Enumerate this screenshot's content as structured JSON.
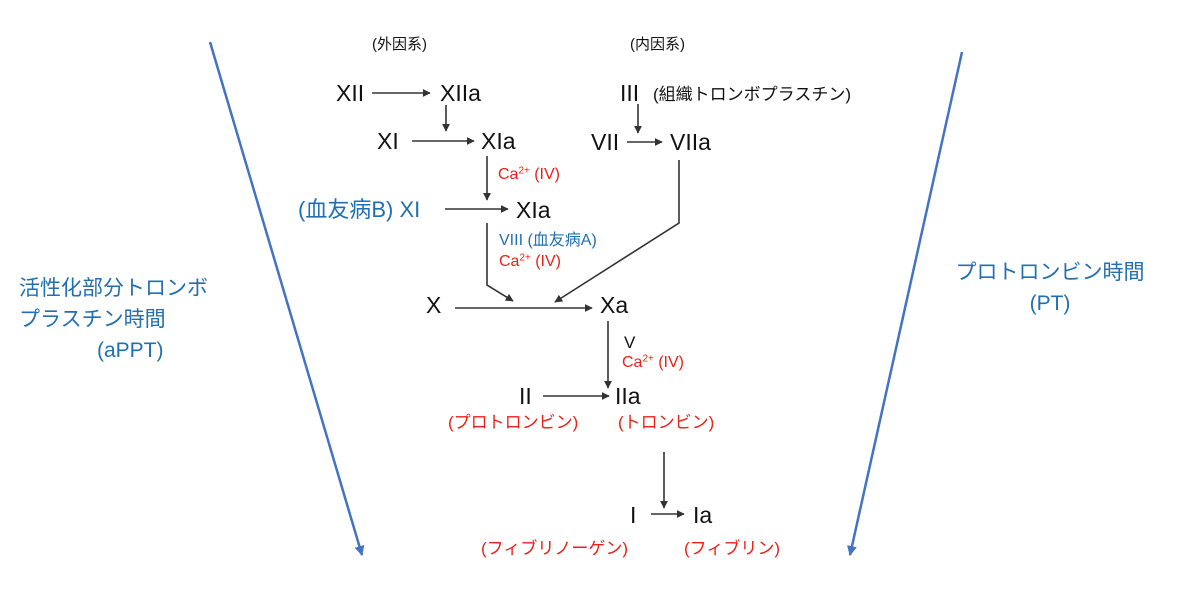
{
  "headers": {
    "extrinsic": "(外因系)",
    "intrinsic": "(内因系)"
  },
  "factors": {
    "xii": "XII",
    "xiia": "XIIa",
    "xi": "XI",
    "xia_1": "XIa",
    "iii": "III",
    "iii_name": "(組織トロンボプラスチン)",
    "vii": "VII",
    "viia": "VIIa",
    "hemophilia_b_xi": "(血友病B) XI",
    "xia_2": "XIa",
    "viii": "VIII (血友病A)",
    "x": "X",
    "xa": "Xa",
    "v": "V",
    "ii": "II",
    "prothrombin": "(プロトロンビン)",
    "iia": "IIa",
    "thrombin": "(トロンビン)",
    "i": "I",
    "fibrinogen": "(フィブリノーゲン)",
    "ia": "Ia",
    "fibrin": "(フィブリン)"
  },
  "calcium": {
    "base": "Ca",
    "sup": "2+",
    "suffix": " (IV)"
  },
  "side_labels": {
    "left_line1": "活性化部分トロンボ",
    "left_line2": "プラスチン時間",
    "left_line3": "(aPPT)",
    "right_line1": "プロトロンビン時間",
    "right_line2": "(PT)"
  },
  "colors": {
    "text": "#111111",
    "red": "#e8211a",
    "blue": "#1f6fb2",
    "arrow": "#333333",
    "guide_line": "#4472c4"
  }
}
